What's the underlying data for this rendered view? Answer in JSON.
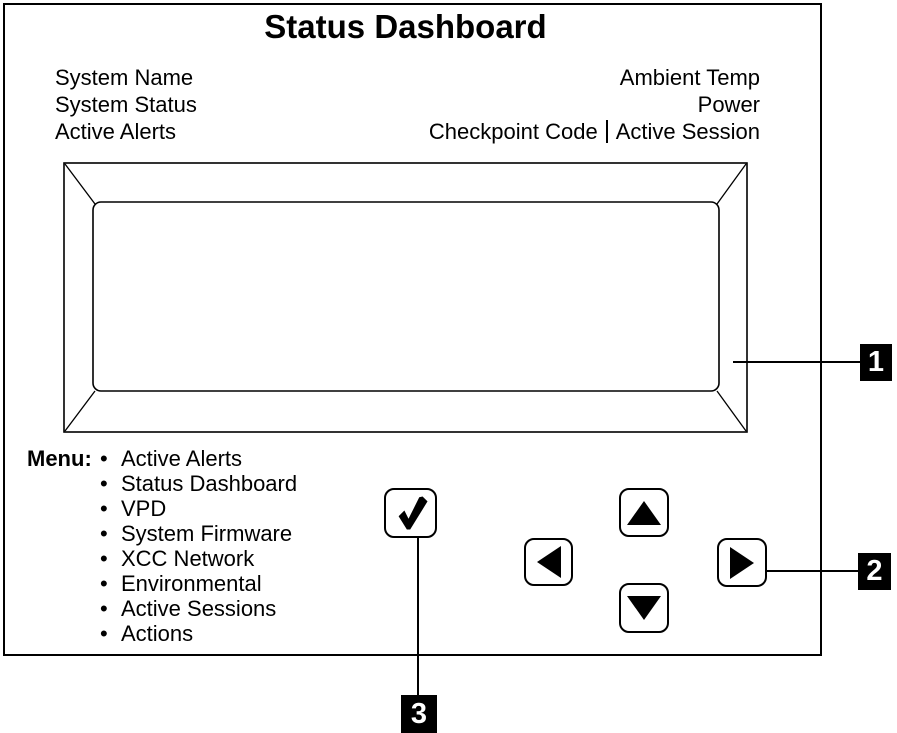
{
  "title": "Status Dashboard",
  "header": {
    "left_labels": [
      "System Name",
      "System Status",
      "Active Alerts"
    ],
    "right_labels": [
      "Ambient Temp",
      "Power"
    ],
    "bottom_row": {
      "left_text": "Checkpoint Code",
      "separator": "vertical-bar",
      "right_text": "Active Session"
    }
  },
  "display": {
    "type": "lcd-screen",
    "content": ""
  },
  "menu": {
    "label": "Menu:",
    "items": [
      "Active Alerts",
      "Status Dashboard",
      "VPD",
      "System Firmware",
      "XCC Network",
      "Environmental",
      "Active Sessions",
      "Actions"
    ]
  },
  "buttons": {
    "select_icon": "check-icon",
    "up_icon": "arrow-up-icon",
    "down_icon": "arrow-down-icon",
    "left_icon": "arrow-left-icon",
    "right_icon": "arrow-right-icon"
  },
  "callouts": {
    "display_callout": "1",
    "navigation_callout": "2",
    "select_callout": "3"
  },
  "colors": {
    "ink": "#000000",
    "paper": "#ffffff"
  }
}
